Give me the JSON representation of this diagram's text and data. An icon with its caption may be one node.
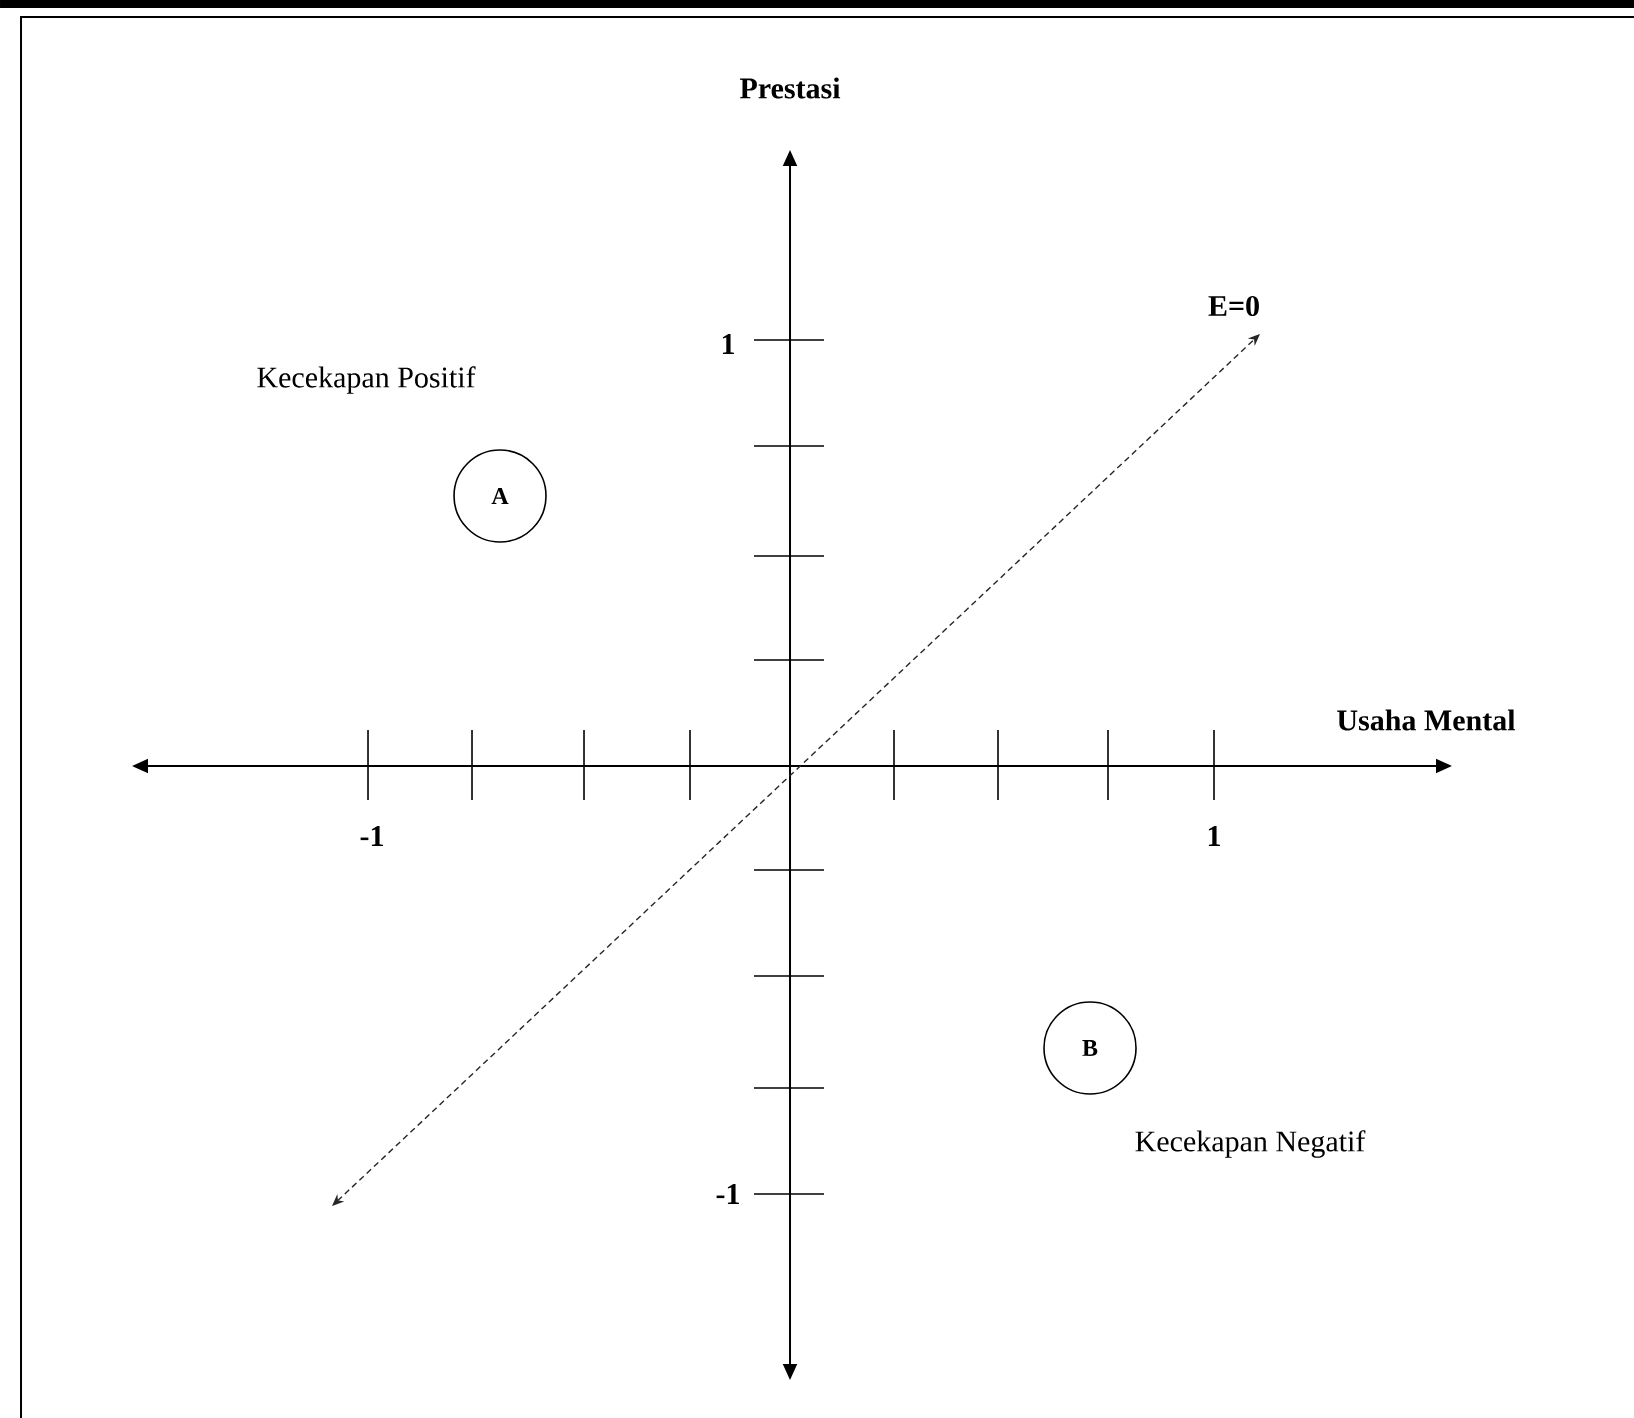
{
  "diagram": {
    "nodes": [
      {
        "text": [
          "A"
        ],
        "beside": [
          "Kecekapan Positif"
        ]
      },
      {
        "text": [
          "B"
        ],
        "beside": [
          "Kecekapan Negatif"
        ]
      }
    ],
    "labels": [
      "Prestasi",
      "E=0",
      "1",
      "Usaha Mental",
      "-1",
      "1",
      "-1"
    ]
  }
}
